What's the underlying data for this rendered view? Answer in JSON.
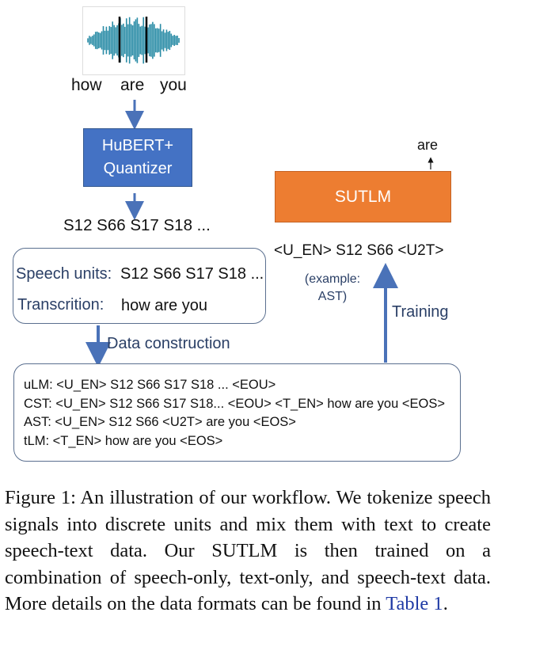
{
  "top_words": [
    "how",
    "are",
    "you"
  ],
  "quantizer": {
    "line1": "HuBERT+",
    "line2": "Quantizer"
  },
  "units_seq": "S12 S66 S17 S18 ...",
  "construction_box": {
    "speech_label": "Speech units:",
    "speech_value": "S12 S66 S17 S18 ...",
    "trans_label": "Transcrition:",
    "trans_value": "how are you"
  },
  "data_construction_label": "Data construction",
  "sutlm": {
    "label": "SUTLM",
    "output": "are",
    "input": "<U_EN> S12 S66 <U2T>"
  },
  "example_note": {
    "line1": "(example:",
    "line2": "AST)"
  },
  "training_label": "Training",
  "data_lines": [
    "uLM: <U_EN> S12 S66 S17 S18 ... <EOU>",
    "CST: <U_EN> S12 S66 S17 S18... <EOU> <T_EN> how are you <EOS>",
    "AST: <U_EN> S12 S66 <U2T> are you <EOS>",
    "tLM: <T_EN> how are you <EOS>"
  ],
  "caption": {
    "text": "Figure 1:  An illustration of our workflow. We tokenize speech signals into discrete units and mix them with text to create speech-text data.  Our SUTLM is then trained on a combination of speech-only, text-only, and speech-text data. More details on the data formats can be found in ",
    "link": "Table 1",
    "end": "."
  },
  "colors": {
    "blue": "#4472c4",
    "orange": "#ed7d31",
    "arrow": "#4a72b8",
    "link": "#1f3aa5"
  }
}
